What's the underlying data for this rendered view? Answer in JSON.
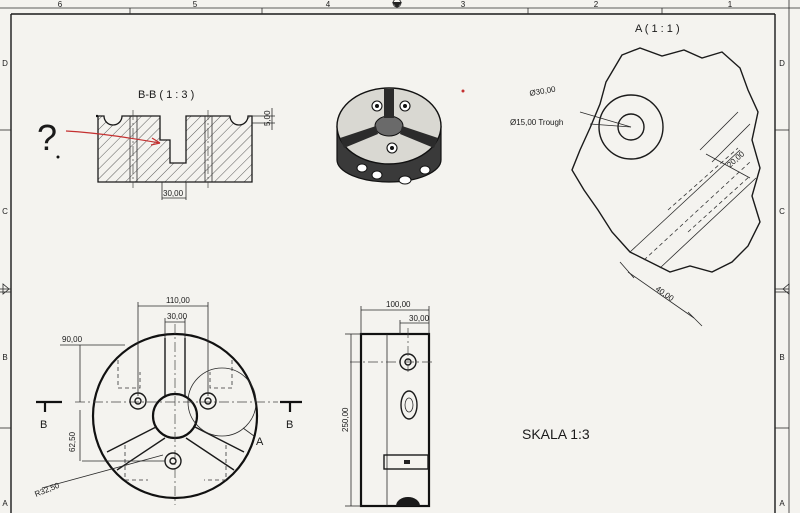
{
  "border": {
    "top_marks": [
      "6",
      "5",
      "4",
      "3",
      "2",
      "1"
    ],
    "left_marks": [
      "D",
      "C",
      "B",
      "A"
    ],
    "right_marks": [
      "D",
      "C",
      "B",
      "A"
    ]
  },
  "section_view": {
    "title": "B-B ( 1 : 3 )",
    "dims": {
      "bottom_width": "30,00",
      "slot_depth": "5,00"
    },
    "annotation_mark": "?"
  },
  "detail_view": {
    "title": "A ( 1 : 1 )",
    "dims": {
      "outer_dia": "Ø30,00",
      "hole_dia": "Ø15,00 Trough",
      "slot_width": "20,00",
      "length": "40,00"
    }
  },
  "front_view": {
    "dims": {
      "overall_width": "110,00",
      "slot_width": "30,00",
      "height_offset": "90,00",
      "lower_offset": "62,50",
      "radius": "R32,50"
    },
    "section_labels": [
      "B",
      "B"
    ],
    "detail_label": "A"
  },
  "side_view": {
    "dims": {
      "width": "100,00",
      "slot": "30,00",
      "height": "250,00"
    }
  },
  "scale_note": "SKALA 1:3"
}
